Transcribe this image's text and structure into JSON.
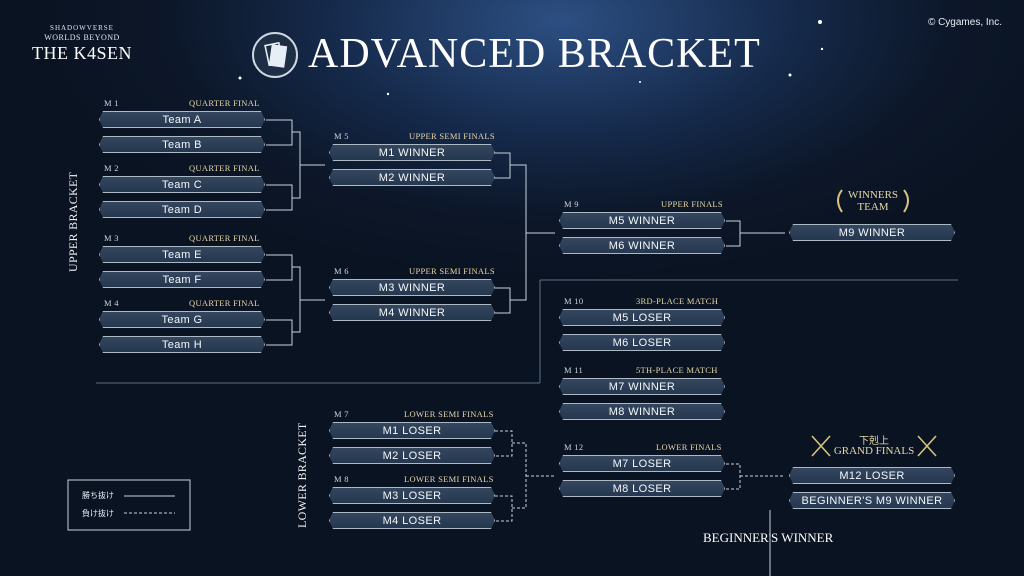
{
  "logo": {
    "line1": "SHADOWVERSE",
    "line2": "WORLDS BEYOND",
    "line3": "THE K4SEN"
  },
  "copyright": "© Cygames, Inc.",
  "title": "ADVANCED BRACKET",
  "sections": {
    "upper": "UPPER BRACKET",
    "lower": "LOWER BRACKET"
  },
  "matches": {
    "m1": {
      "num": "M 1",
      "stage": "QUARTER FINAL",
      "slots": [
        "Team A",
        "Team B"
      ]
    },
    "m2": {
      "num": "M 2",
      "stage": "QUARTER FINAL",
      "slots": [
        "Team C",
        "Team D"
      ]
    },
    "m3": {
      "num": "M 3",
      "stage": "QUARTER FINAL",
      "slots": [
        "Team E",
        "Team F"
      ]
    },
    "m4": {
      "num": "M 4",
      "stage": "QUARTER FINAL",
      "slots": [
        "Team G",
        "Team H"
      ]
    },
    "m5": {
      "num": "M 5",
      "stage": "UPPER SEMI FINALS",
      "slots": [
        "M1  WINNER",
        "M2  WINNER"
      ]
    },
    "m6": {
      "num": "M 6",
      "stage": "UPPER SEMI FINALS",
      "slots": [
        "M3  WINNER",
        "M4  WINNER"
      ]
    },
    "m7": {
      "num": "M 7",
      "stage": "LOWER SEMI FINALS",
      "slots": [
        "M1  LOSER",
        "M2  LOSER"
      ]
    },
    "m8": {
      "num": "M 8",
      "stage": "LOWER SEMI FINALS",
      "slots": [
        "M3  LOSER",
        "M4  LOSER"
      ]
    },
    "m9": {
      "num": "M 9",
      "stage": "UPPER FINALS",
      "slots": [
        "M5  WINNER",
        "M6  WINNER"
      ]
    },
    "m10": {
      "num": "M 10",
      "stage": "3RD-PLACE MATCH",
      "slots": [
        "M5  LOSER",
        "M6  LOSER"
      ]
    },
    "m11": {
      "num": "M 11",
      "stage": "5TH-PLACE MATCH",
      "slots": [
        "M7  WINNER",
        "M8  WINNER"
      ]
    },
    "m12": {
      "num": "M 12",
      "stage": "LOWER FINALS",
      "slots": [
        "M7  LOSER",
        "M8  LOSER"
      ]
    }
  },
  "winners_team": {
    "line1": "WINNERS",
    "line2": "TEAM",
    "slot": "M9  WINNER"
  },
  "grand_finals": {
    "jp": "下剋上",
    "title": "GRAND FINALS",
    "slots": [
      "M12  LOSER",
      "BEGINNER'S  M9  WINNER"
    ]
  },
  "beginners_winner": "BEGINNER'S WINNER",
  "legend": {
    "win": "勝ち抜け",
    "lose": "負け抜け"
  }
}
